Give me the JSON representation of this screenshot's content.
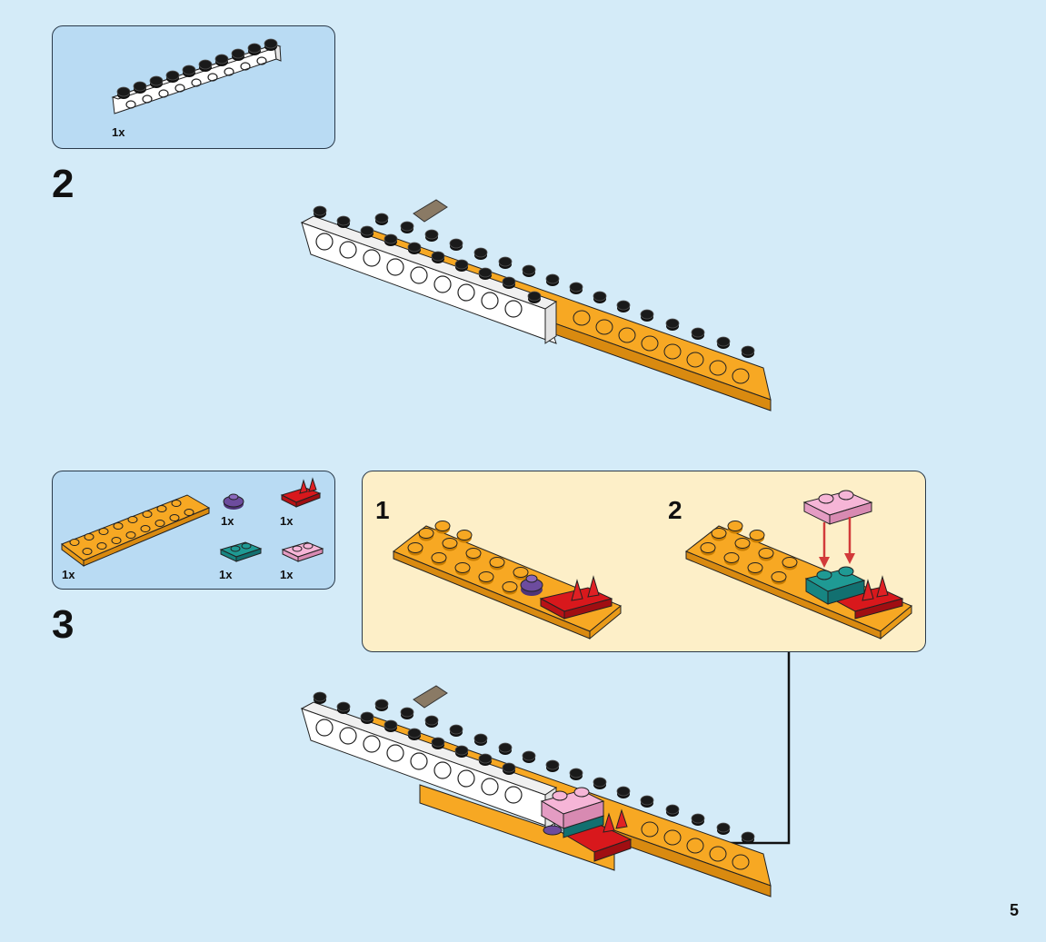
{
  "step1_parts": {
    "items": [
      {
        "qty": "1x",
        "part": "white-beam-icon"
      }
    ]
  },
  "step2": {
    "number": "2"
  },
  "step3": {
    "number": "3",
    "parts": [
      {
        "qty": "1x",
        "part": "orange-plate-icon"
      },
      {
        "qty": "1x",
        "part": "purple-round-plate-icon"
      },
      {
        "qty": "1x",
        "part": "red-claw-plate-icon"
      },
      {
        "qty": "1x",
        "part": "teal-plate-icon"
      },
      {
        "qty": "1x",
        "part": "pink-plate-icon"
      }
    ],
    "substeps": [
      {
        "number": "1"
      },
      {
        "number": "2"
      }
    ]
  },
  "page": {
    "number": "5"
  },
  "colors": {
    "background": "#d4ebf8",
    "parts_box": "#b9dbf3",
    "substep_box": "#fdefc8",
    "orange": "#f7a823",
    "white": "#ffffff",
    "red": "#d8181c",
    "pink": "#f6b5d7",
    "teal": "#1f9a94",
    "purple": "#6d4c9e",
    "arrow": "#d23a3a"
  }
}
